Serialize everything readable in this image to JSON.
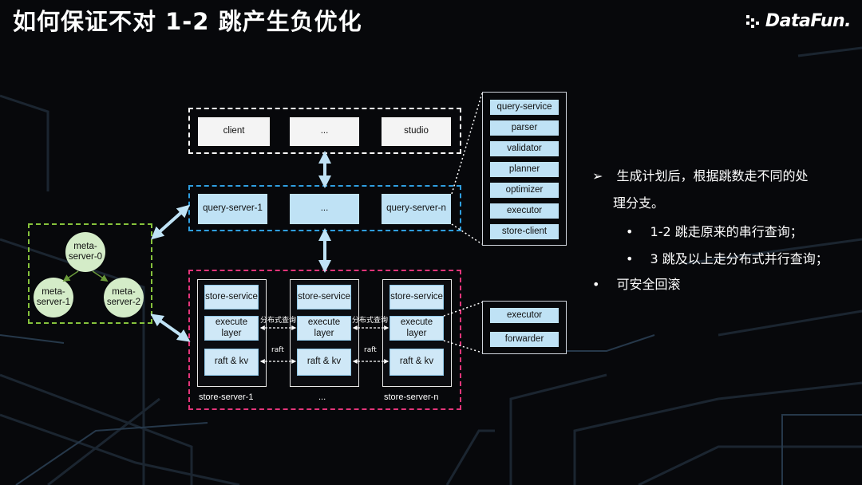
{
  "title": "如何保证不对 1-2 跳产生负优化",
  "logo": {
    "text": "DataFun."
  },
  "client_row": {
    "items": [
      "client",
      "...",
      "studio"
    ]
  },
  "query_row": {
    "items": [
      "query-server-1",
      "...",
      "query-server-n"
    ]
  },
  "query_service_stack": [
    "query-service",
    "parser",
    "validator",
    "planner",
    "optimizer",
    "executor",
    "store-client"
  ],
  "meta_servers": [
    "meta-server-0",
    "meta-server-1",
    "meta-server-2"
  ],
  "store_servers": [
    {
      "name": "store-server-1",
      "components": [
        "store-service",
        "execute layer",
        "raft & kv"
      ]
    },
    {
      "name": "...",
      "components": [
        "store-service",
        "execute layer",
        "raft & kv"
      ]
    },
    {
      "name": "store-server-n",
      "components": [
        "store-service",
        "execute layer",
        "raft & kv"
      ]
    }
  ],
  "links": {
    "distributed_query": "分布式查询",
    "raft": "raft"
  },
  "execute_layer_stack": [
    "executor",
    "forwarder"
  ],
  "bullets": [
    {
      "marker": "➢",
      "text": "生成计划后，根据跳数走不同的处",
      "text_cont": "理分支。"
    },
    {
      "marker": "•",
      "text": "1-2 跳走原来的串行查询；"
    },
    {
      "marker": "•",
      "text": "3 跳及以上走分布式并行查询；"
    },
    {
      "marker": "•",
      "text": "可安全回滚"
    }
  ]
}
